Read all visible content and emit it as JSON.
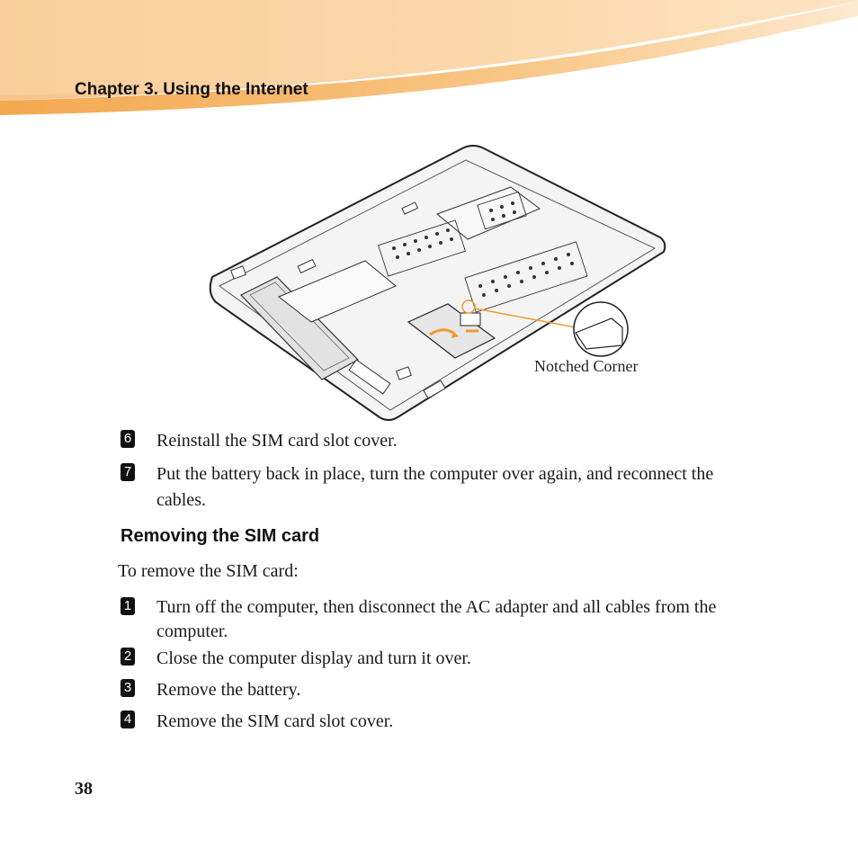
{
  "header": {
    "chapter_title": "Chapter 3. Using the Internet"
  },
  "figure": {
    "callout_label": "Notched Corner"
  },
  "steps_after_figure": [
    {
      "number": "6",
      "text": "Reinstall the SIM card slot cover."
    },
    {
      "number": "7",
      "text": "Put the battery back in place, turn the computer over again, and reconnect the cables."
    }
  ],
  "section": {
    "heading": "Removing the SIM card",
    "intro": "To remove the SIM card:",
    "steps": [
      {
        "number": "1",
        "text": "Turn off the computer, then disconnect the AC adapter and all cables from the computer."
      },
      {
        "number": "2",
        "text": "Close the computer display and turn it over."
      },
      {
        "number": "3",
        "text": "Remove the battery."
      },
      {
        "number": "4",
        "text": "Remove the SIM card slot cover."
      }
    ]
  },
  "footer": {
    "page_number": "38"
  },
  "colors": {
    "header_band_light": "#fff4e6",
    "header_band_dark": "#f6b15a",
    "callout_line": "#f29a2e"
  }
}
